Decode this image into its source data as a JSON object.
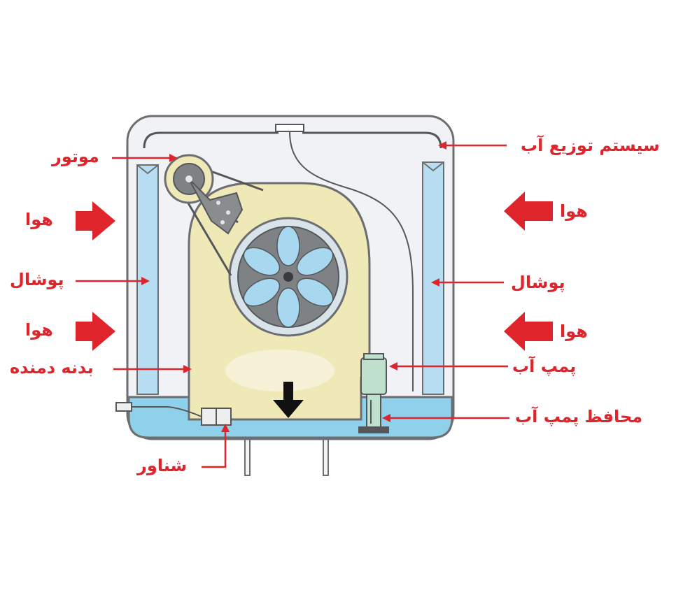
{
  "diagram": {
    "labels": {
      "motor": "موتور",
      "air_left_top": "هوا",
      "pad_left": "پوشال",
      "air_left_bottom": "هوا",
      "blower_body": "بدنه دمنده",
      "float": "شناور",
      "water_distribution": "سیستم توزیع آب",
      "air_right_top": "هوا",
      "pad_right": "پوشال",
      "air_right_bottom": "هوا",
      "water_pump": "پمپ آب",
      "pump_guard": "محافظ پمپ آب"
    },
    "colors": {
      "label_red": "#e0242b",
      "casing_outline": "#6d6e71",
      "casing_fill": "#f1f2f6",
      "pad_blue": "#b7ddf2",
      "water_blue": "#8fd0ea",
      "blower_beige": "#efe9b8",
      "fan_blue": "#a7d8ef",
      "pump_green": "#bfe0cc",
      "arrow_black": "#111111"
    }
  }
}
